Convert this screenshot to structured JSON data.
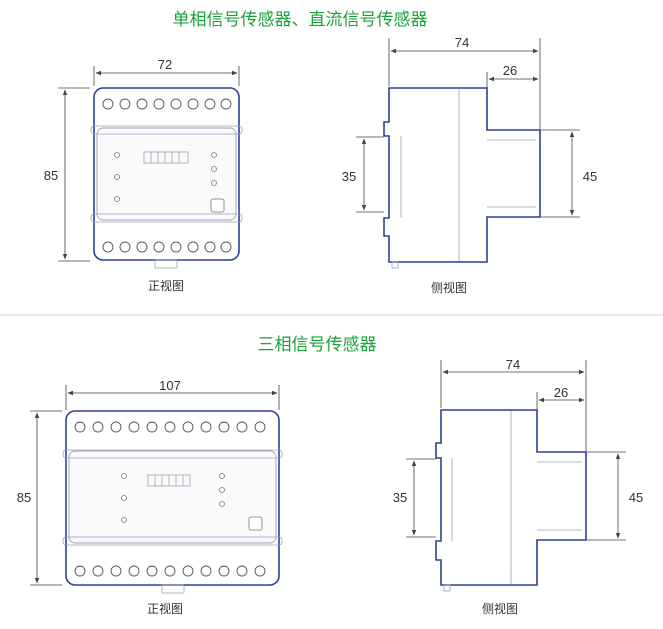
{
  "section1": {
    "title": "单相信号传感器、直流信号传感器",
    "front": {
      "width": "72",
      "height": "85",
      "caption": "正视图"
    },
    "side": {
      "depth": "74",
      "front_depth": "26",
      "rail": "35",
      "face": "45",
      "caption": "侧视图"
    }
  },
  "section2": {
    "title": "三相信号传感器",
    "front": {
      "width": "107",
      "height": "85",
      "caption": "正视图"
    },
    "side": {
      "depth": "74",
      "front_depth": "26",
      "rail": "35",
      "face": "45",
      "caption": "侧视图"
    }
  },
  "colors": {
    "title": "#1aa23a",
    "outline": "#2f3f9a"
  }
}
